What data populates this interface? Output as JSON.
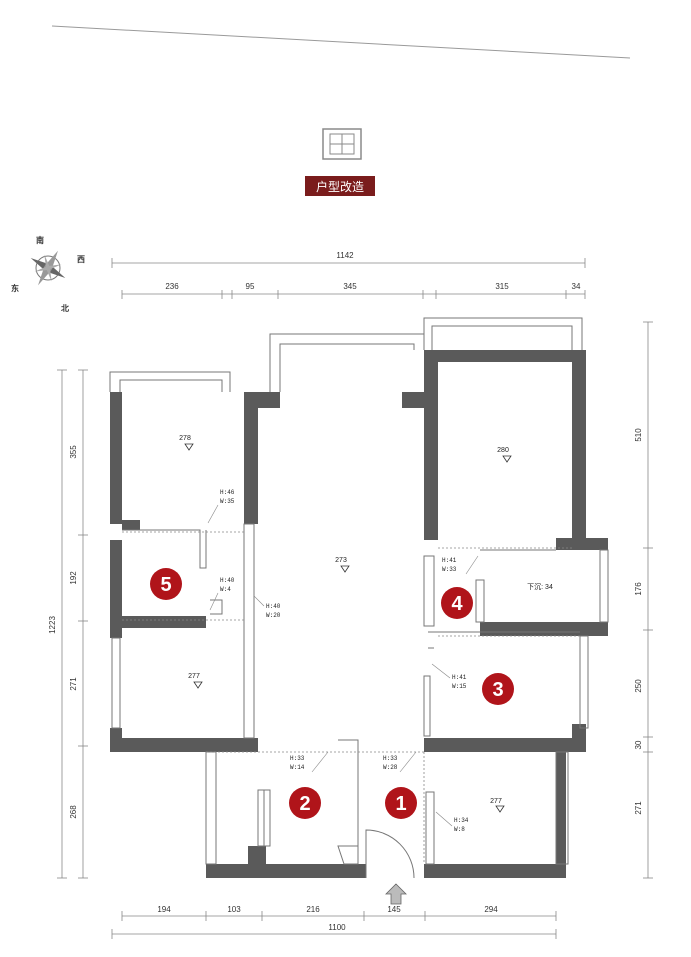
{
  "header": {
    "title": "户型改造"
  },
  "compass": {
    "north": "北",
    "south": "南",
    "east": "东",
    "west": "西"
  },
  "dimensions": {
    "top_total": "1142",
    "top_segments": [
      "236",
      "95",
      "345",
      "315",
      "34"
    ],
    "bottom_segments": [
      "194",
      "103",
      "216",
      "145",
      "294"
    ],
    "bottom_total": "1100",
    "left_segments": [
      "355",
      "192",
      "271",
      "268"
    ],
    "left_total": "1223",
    "right_segments": [
      "510",
      "176",
      "250",
      "30",
      "271"
    ]
  },
  "rooms": {
    "top_left": "278",
    "living": "273",
    "top_right": "280",
    "mid_left": "277",
    "mid_right_bottom": "277",
    "sunken": "下沉: 34"
  },
  "notes": {
    "a": [
      "H:46",
      "W:35"
    ],
    "b": [
      "H:40",
      "W:4"
    ],
    "c": [
      "H:40",
      "W:20"
    ],
    "d": [
      "H:41",
      "W:33"
    ],
    "e": [
      "H:41",
      "W:15"
    ],
    "f": [
      "H:33",
      "W:14"
    ],
    "g": [
      "H:33",
      "W:28"
    ],
    "h": [
      "H:34",
      "W:8"
    ]
  },
  "badges": [
    "1",
    "2",
    "3",
    "4",
    "5"
  ],
  "colors": {
    "wall": "#5a5a5a",
    "badge": "#b0141a",
    "title_bg": "#7a1c1c"
  }
}
